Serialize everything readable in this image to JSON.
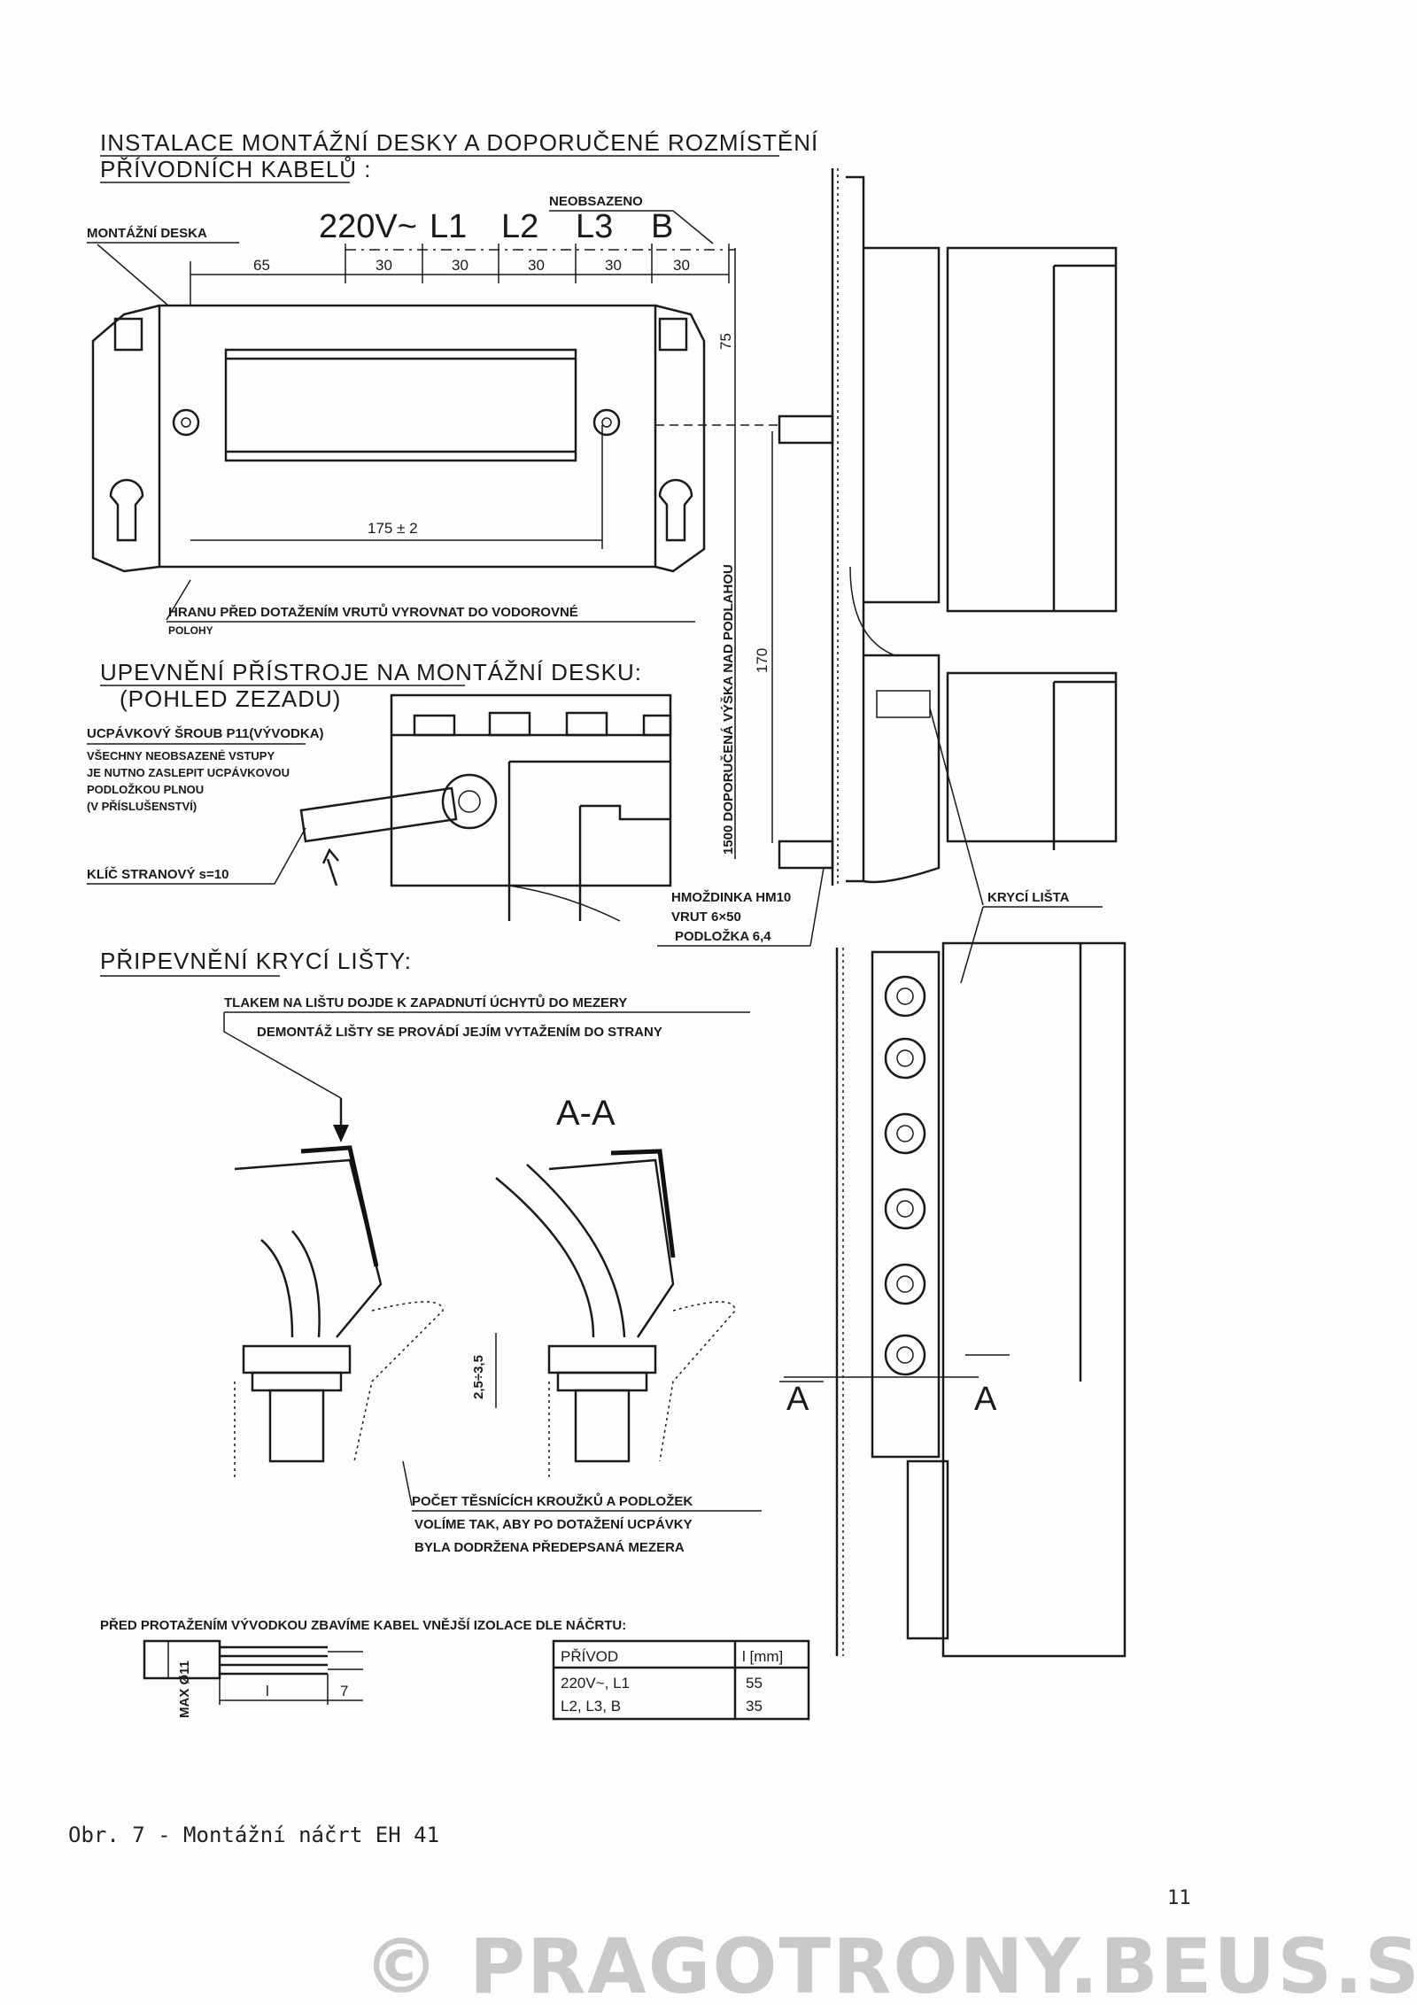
{
  "section1": {
    "title_line1": "INSTALACE MONTÁŽNÍ DESKY A DOPORUČENÉ ROZMÍSTĚNÍ",
    "title_line2": "PŘÍVODNÍCH KABELŮ :",
    "plate_label": "MONTÁŽNÍ DESKA",
    "unused_label": "NEOBSAZENO",
    "terminals": [
      "220V~",
      "L1",
      "L2",
      "L3",
      "B"
    ],
    "dimensions": [
      "65",
      "30",
      "30",
      "30",
      "30",
      "30"
    ],
    "width_dim": "175 ± 2",
    "edge_note_line1": "HRANU PŘED DOTAŽENÍM VRUTŮ VYROVNAT DO VODOROVNÉ",
    "edge_note_line2": "POLOHY",
    "dim_75": "75",
    "dim_170": "170",
    "height_note": "1500 DOPORUČENÁ VÝŠKA NAD PODLAHOU"
  },
  "section2": {
    "title": "UPEVNĚNÍ PŘÍSTROJE NA MONTÁŽNÍ DESKU:",
    "subtitle": "(POHLED ZEZADU)",
    "gland_label": "UCPÁVKOVÝ ŠROUB P11(VÝVODKA)",
    "gland_note": [
      "VŠECHNY NEOBSAZENÉ VSTUPY",
      "JE NUTNO ZASLEPIT UCPÁVKOVOU",
      "PODLOŽKOU PLNOU",
      "(V PŘÍSLUŠENSTVÍ)"
    ],
    "wrench_label": "KLÍČ STRANOVÝ s=10",
    "anchor_note": [
      "HMOŽDINKA HM10",
      "VRUT 6×50",
      "PODLOŽKA 6,4"
    ],
    "cover_label": "KRYCÍ LIŠTA"
  },
  "section3": {
    "title": "PŘIPEVNĚNÍ KRYCÍ LIŠTY:",
    "note_line1": "TLAKEM NA LIŠTU DOJDE K ZAPADNUTÍ ÚCHYTŮ DO MEZERY",
    "note_line2": "DEMONTÁŽ LIŠTY SE PROVÁDÍ JEJÍM VYTAŽENÍM DO STRANY",
    "section_label": "A-A",
    "gap_dim": "2,5÷3,5",
    "cut_left": "A",
    "cut_right": "A",
    "seal_note": [
      "POČET TĚSNÍCÍCH KROUŽKŮ A PODLOŽEK",
      "VOLÍME TAK, ABY PO DOTAŽENÍ UCPÁVKY",
      "BYLA DODRŽENA PŘEDEPSANÁ MEZERA"
    ]
  },
  "section4": {
    "note": "PŘED PROTAŽENÍM VÝVODKOU ZBAVÍME KABEL VNĚJŠÍ IZOLACE DLE NÁČRTU:",
    "max_dia": "MAX Ø11",
    "dim_l": "l",
    "dim_7": "7",
    "table": {
      "headers": [
        "PŘÍVOD",
        "l [mm]"
      ],
      "rows": [
        [
          "220V~, L1",
          "55"
        ],
        [
          "L2, L3, B",
          "35"
        ]
      ]
    }
  },
  "caption": "Obr. 7 - Montážní náčrt EH 41",
  "page_number": "11",
  "watermark": "© PRAGOTRONY.BEUS.SK"
}
